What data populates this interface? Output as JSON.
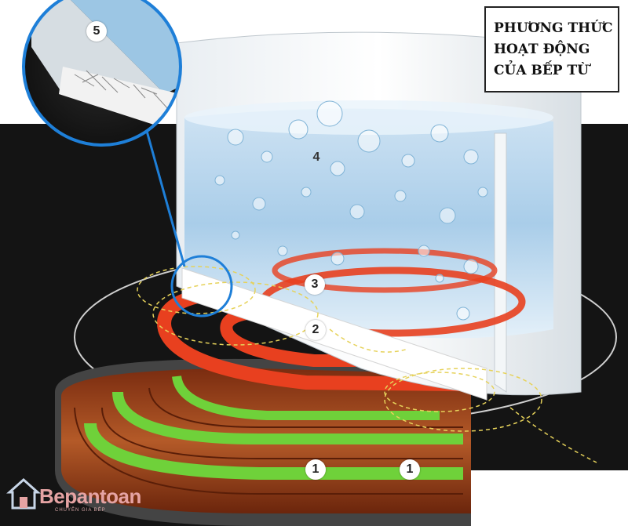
{
  "title": {
    "lines": [
      "PHƯƠNG THỨC",
      "HOẠT ĐỘNG",
      "CỦA BẾP TỪ"
    ]
  },
  "labels": {
    "coil_a": "1",
    "coil_b": "1",
    "pan_base": "2",
    "heat_ring": "3",
    "water": "4",
    "zoom_layer": "5"
  },
  "logo": {
    "brand": "Bepantoan",
    "tagline": "CHUYÊN GIA BẾP"
  },
  "colors": {
    "coil_copper": "#a0461e",
    "coil_green": "#6fd13a",
    "heat_red": "#e8401f",
    "water_blue": "#9fc8e6",
    "cooktop_black": "#1a1a1a",
    "magnifier_border": "#1e7fd8"
  },
  "icons": {
    "logo_mark": "house-icon"
  }
}
